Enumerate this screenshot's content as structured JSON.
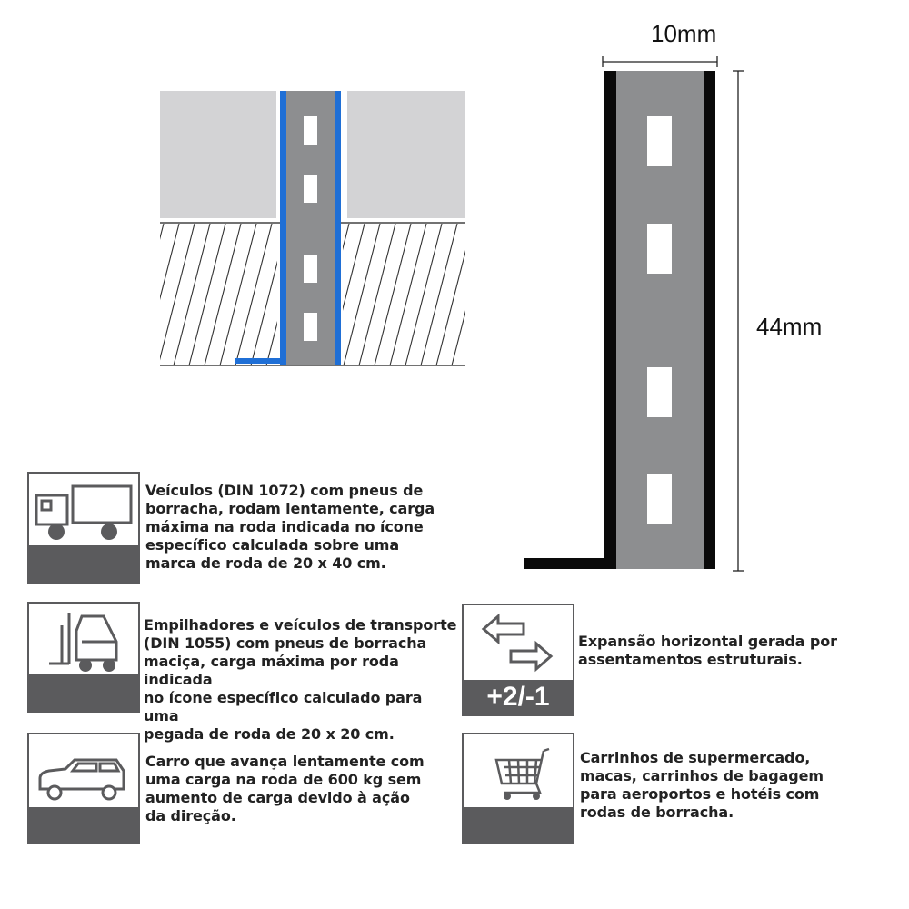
{
  "dimensions": {
    "width_label": "10mm",
    "height_label": "44mm"
  },
  "colors": {
    "profile_gray": "#8d8e90",
    "profile_blue": "#1f6fd6",
    "tile_gray": "#d3d3d5",
    "icon_dark": "#5b5b5d"
  },
  "load_classes": [
    {
      "icon": "truck-icon",
      "text": "Veículos (DIN 1072) com pneus de\nborracha, rodam lentamente, carga\nmáxima na roda indicada no ícone\nespecífico calculada sobre uma\nmarca de roda de 20 x 40 cm."
    },
    {
      "icon": "forklift-icon",
      "text": "Empilhadores e veículos de transporte\n(DIN 1055) com pneus de borracha\nmaciça, carga máxima por roda indicada\nno ícone específico calculado para uma\npegada de roda de 20 x 20 cm."
    },
    {
      "icon": "car-icon",
      "text": "Carro que avança lentamente com\numa carga na roda de 600 kg sem\naumento de carga devido à ação\nda direção."
    }
  ],
  "features": [
    {
      "icon": "expansion-arrows-icon",
      "band_label": "+2/-1",
      "text": "Expansão horizontal gerada por\nassentamentos estruturais."
    },
    {
      "icon": "shopping-cart-icon",
      "text": "Carrinhos de supermercado,\nmacas, carrinhos de bagagem\npara aeroportos e hotéis com\nrodas de borracha."
    }
  ]
}
